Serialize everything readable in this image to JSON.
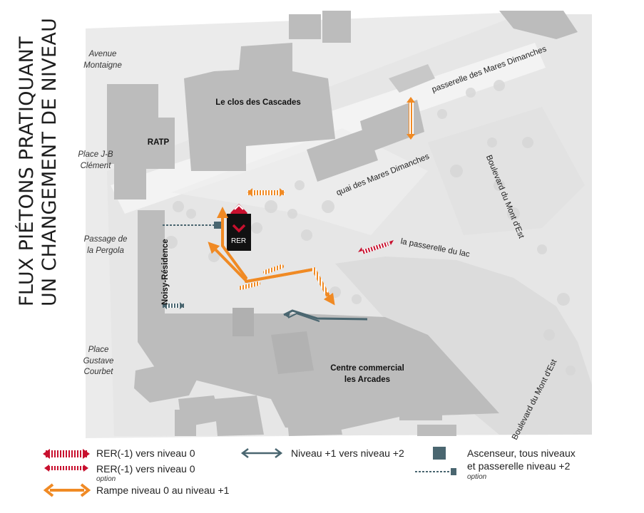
{
  "title": {
    "line1": "FLUX PIÉTONS PRATIQUANT",
    "line2": "UN CHANGEMENT DE NIVEAU"
  },
  "places": {
    "avenue_montaigne": {
      "line1": "Avenue",
      "line2": "Montaigne"
    },
    "place_jb": {
      "line1": "Place J-B",
      "line2": "Clément"
    },
    "passage": {
      "line1": "Passage de",
      "line2": "la Pergola"
    },
    "place_gustave": {
      "line1": "Place",
      "line2": "Gustave",
      "line3": "Courbet"
    }
  },
  "buildings": {
    "clos": "Le clos des Cascades",
    "ratp": "RATP",
    "noisy": "Noisy-Résidence",
    "centre_l1": "Centre commercial",
    "centre_l2": "les Arcades",
    "rer": "RER"
  },
  "streets": {
    "passerelle_mares": "passerelle des Mares Dimanches",
    "quai_mares": "quai des Mares Dimanches",
    "passerelle_lac": "la passerelle du lac",
    "bd_mont_est_1": "Boulevard du Mont d'Est",
    "bd_mont_est_2": "Boulevard du Mont d'Est"
  },
  "legend": {
    "rer_main": "RER(-1) vers niveau 0",
    "rer_option": "RER(-1) vers niveau 0",
    "option1": "option",
    "rampe": "Rampe niveau 0 au niveau +1",
    "niveau": "Niveau +1 vers niveau +2",
    "ascenseur_l1": "Ascenseur, tous niveaux",
    "ascenseur_l2": "et passerelle niveau +2",
    "option2": "option"
  },
  "colors": {
    "rer": "#c8102e",
    "rampe": "#f08a24",
    "niveau": "#4a6670",
    "buildings": "#bcbcbc",
    "ground": "#e9e9e9"
  }
}
